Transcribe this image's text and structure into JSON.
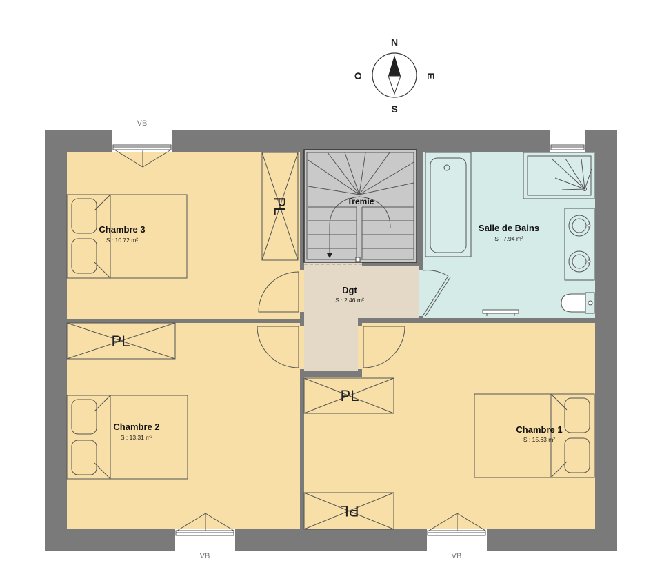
{
  "compass": {
    "north": "N",
    "south": "S",
    "east": "E",
    "west": "O"
  },
  "window_label": "VB",
  "closet_label": "PL",
  "stair_label": "Tremie",
  "rooms": [
    {
      "id": "chambre3",
      "name": "Chambre 3",
      "area": "S : 10.72 m²"
    },
    {
      "id": "sdb",
      "name": "Salle de Bains",
      "area": "S : 7.94 m²"
    },
    {
      "id": "dgt",
      "name": "Dgt",
      "area": "S : 2.46 m²"
    },
    {
      "id": "chambre2",
      "name": "Chambre 2",
      "area": "S : 13.31 m²"
    },
    {
      "id": "chambre1",
      "name": "Chambre 1",
      "area": "S : 15.63 m²"
    }
  ],
  "colors": {
    "bedroom_floor": "#f7dfa7",
    "bathroom_floor": "#d4ebe8",
    "hall_floor": "#e3d9c6",
    "stair_floor": "#c9c9c9",
    "wall": "#7a7a7a"
  }
}
